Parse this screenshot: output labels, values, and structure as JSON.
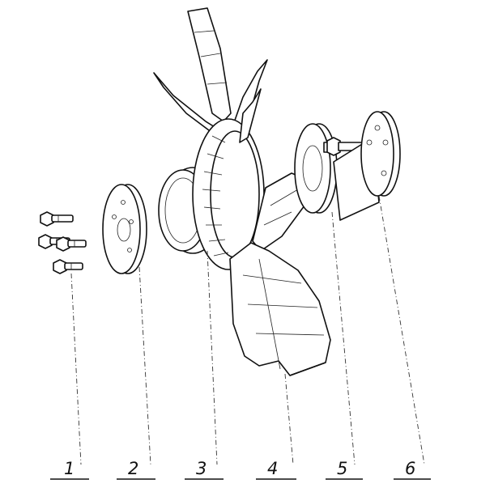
{
  "diagram": {
    "callouts": [
      {
        "id": "1",
        "label": "1",
        "part": "bolts"
      },
      {
        "id": "2",
        "label": "2",
        "part": "flange-plate"
      },
      {
        "id": "3",
        "label": "3",
        "part": "pulley-ring"
      },
      {
        "id": "4",
        "label": "4",
        "part": "fan-blades"
      },
      {
        "id": "5",
        "label": "5",
        "part": "hub-flange"
      },
      {
        "id": "6",
        "label": "6",
        "part": "shaft-flange"
      }
    ]
  }
}
